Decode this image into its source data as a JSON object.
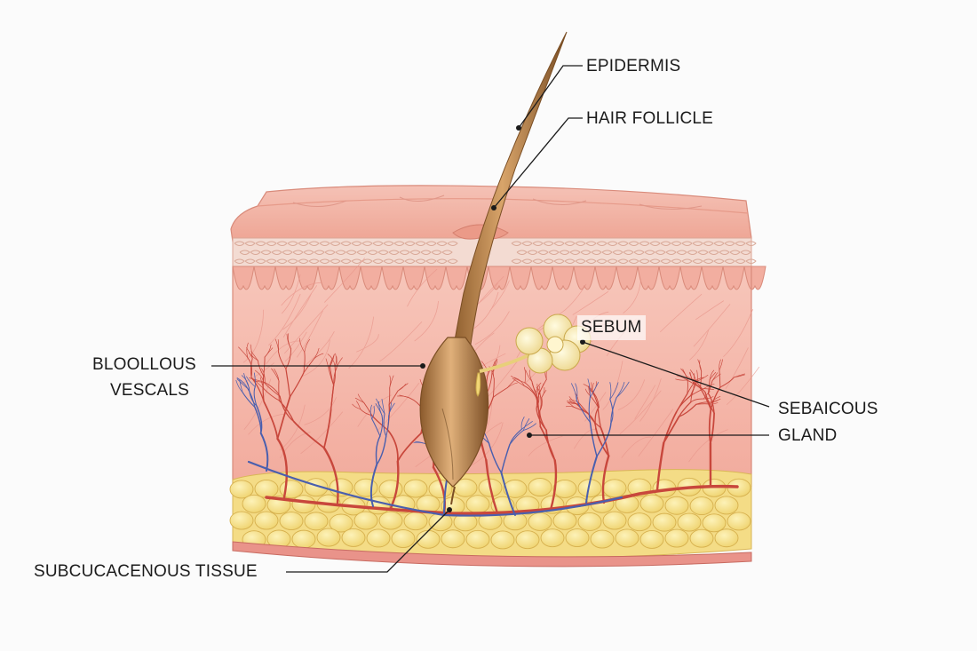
{
  "labels": {
    "epidermis": "EPIDERMIS",
    "hair_follicle": "HAIR FOLLICLE",
    "sebum": "SEBUM",
    "blood_vessels_line1": "BLOOLLOUS",
    "blood_vessels_line2": "VESCALS",
    "sebaceous_gland_line1": "SEBAICOUS",
    "sebaceous_gland_line2": "GLAND",
    "subcutaneous_tissue": "SUBCUCACENOUS TISSUE"
  },
  "colors": {
    "epidermis": "#f2b3a4",
    "dermis": "#f4b8aa",
    "artery": "#c8473c",
    "vein": "#4a5fae",
    "fat": "#f6e08c",
    "hair": "#b07a3e",
    "gland": "#f6e6a0",
    "leader_line": "#1b1b1b"
  }
}
